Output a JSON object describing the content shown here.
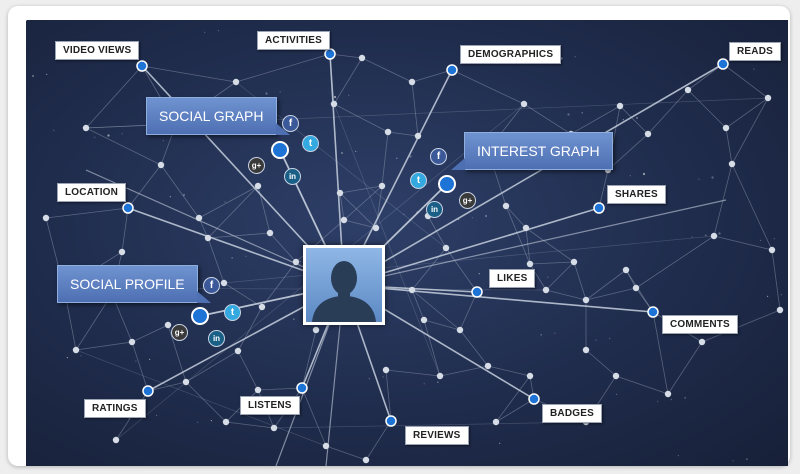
{
  "node_labels": {
    "video_views": "VIDEO VIEWS",
    "activities": "ACTIVITIES",
    "demographics": "DEMOGRAPHICS",
    "reads": "READS",
    "location": "LOCATION",
    "shares": "SHARES",
    "likes": "LIKES",
    "comments": "COMMENTS",
    "ratings": "RATINGS",
    "listens": "LISTENS",
    "reviews": "REVIEWS",
    "badges": "BADGES"
  },
  "callouts": {
    "social_graph": "SOCIAL GRAPH",
    "interest_graph": "INTEREST GRAPH",
    "social_profile": "SOCIAL PROFILE"
  },
  "social_icons": {
    "facebook": "f",
    "twitter": "t",
    "linkedin": "in",
    "googleplus": "g+"
  },
  "colors": {
    "background": "#1f2c4c",
    "node_blue": "#1e73d6",
    "callout_blue": "#5a7cc0",
    "edge": "#c6cfdd"
  }
}
